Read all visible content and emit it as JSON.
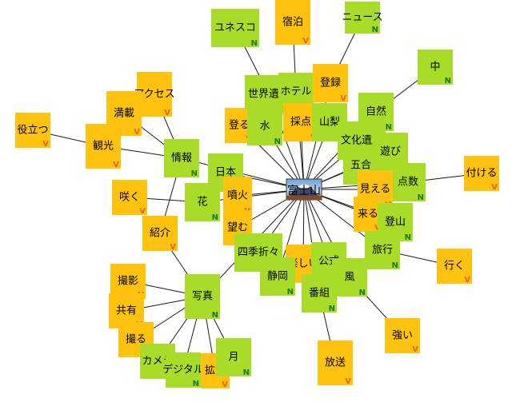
{
  "legend_colors": {
    "N": "#a8dc28",
    "V": "#ffc20e",
    "N_mark": "#1a7a1a",
    "V_mark": "#e8640a"
  },
  "hub": {
    "label": "富士山",
    "image_name": "mount-fuji-photo"
  },
  "nodes": [
    {
      "id": "n_unesco",
      "label": "ユネスコ",
      "type": "N"
    },
    {
      "id": "n_shukuhaku",
      "label": "宿泊",
      "type": "V"
    },
    {
      "id": "n_news",
      "label": "ニュース",
      "type": "N"
    },
    {
      "id": "n_naka",
      "label": "中",
      "type": "N"
    },
    {
      "id": "n_access",
      "label": "アクセス",
      "type": "V"
    },
    {
      "id": "n_mansai",
      "label": "満載",
      "type": "V"
    },
    {
      "id": "n_yakudatsu",
      "label": "役立つ",
      "type": "V"
    },
    {
      "id": "n_kanko",
      "label": "観光",
      "type": "V"
    },
    {
      "id": "n_sekaiisan",
      "label": "世界遺産",
      "type": "N"
    },
    {
      "id": "n_hotel",
      "label": "ホテル",
      "type": "N"
    },
    {
      "id": "n_toroku",
      "label": "登録",
      "type": "V"
    },
    {
      "id": "n_shizen",
      "label": "自然",
      "type": "N"
    },
    {
      "id": "n_noboru",
      "label": "登る",
      "type": "V"
    },
    {
      "id": "n_mizu",
      "label": "水",
      "type": "N"
    },
    {
      "id": "n_saiten",
      "label": "採点",
      "type": "V"
    },
    {
      "id": "n_yamanashi",
      "label": "山梨",
      "type": "N"
    },
    {
      "id": "n_bunka",
      "label": "文化遺産",
      "type": "N"
    },
    {
      "id": "n_asobi",
      "label": "遊び",
      "type": "N"
    },
    {
      "id": "n_joho",
      "label": "情報",
      "type": "N"
    },
    {
      "id": "n_nihon",
      "label": "日本",
      "type": "N"
    },
    {
      "id": "n_gogo",
      "label": "五合",
      "type": "N"
    },
    {
      "id": "n_tensu",
      "label": "点数",
      "type": "N"
    },
    {
      "id": "n_tsukeru",
      "label": "付ける",
      "type": "V"
    },
    {
      "id": "n_saku",
      "label": "咲く",
      "type": "V"
    },
    {
      "id": "n_hana",
      "label": "花",
      "type": "N"
    },
    {
      "id": "n_funka",
      "label": "噴火",
      "type": "V"
    },
    {
      "id": "n_mieru",
      "label": "見える",
      "type": "V"
    },
    {
      "id": "n_kuru",
      "label": "来る",
      "type": "V"
    },
    {
      "id": "n_tozan",
      "label": "登山",
      "type": "N"
    },
    {
      "id": "n_nozomu",
      "label": "望む",
      "type": "V"
    },
    {
      "id": "n_shokai",
      "label": "紹介",
      "type": "V"
    },
    {
      "id": "n_shiki",
      "label": "四季折々",
      "type": "N"
    },
    {
      "id": "n_tanoshii",
      "label": "楽しい",
      "type": "V"
    },
    {
      "id": "n_koshiki",
      "label": "公式",
      "type": "N"
    },
    {
      "id": "n_ryoko",
      "label": "旅行",
      "type": "N"
    },
    {
      "id": "n_iku",
      "label": "行く",
      "type": "V"
    },
    {
      "id": "n_shizuoka",
      "label": "静岡",
      "type": "N"
    },
    {
      "id": "n_kaze",
      "label": "風",
      "type": "N"
    },
    {
      "id": "n_bangumi",
      "label": "番組",
      "type": "N"
    },
    {
      "id": "n_satsuei",
      "label": "撮影",
      "type": "V"
    },
    {
      "id": "n_shashin",
      "label": "写真",
      "type": "N"
    },
    {
      "id": "n_kyoyu",
      "label": "共有",
      "type": "V"
    },
    {
      "id": "n_toru",
      "label": "撮る",
      "type": "V"
    },
    {
      "id": "n_camera",
      "label": "カメラ",
      "type": "N"
    },
    {
      "id": "n_digital",
      "label": "デジタル",
      "type": "N"
    },
    {
      "id": "n_kakudai",
      "label": "拡大",
      "type": "V"
    },
    {
      "id": "n_tsuki",
      "label": "月",
      "type": "N"
    },
    {
      "id": "n_tsuyoi",
      "label": "強い",
      "type": "V"
    },
    {
      "id": "n_hoso",
      "label": "放送",
      "type": "V"
    }
  ],
  "edges": [
    [
      "hub",
      "n_sekaiisan"
    ],
    [
      "hub",
      "n_hotel"
    ],
    [
      "hub",
      "n_toroku"
    ],
    [
      "hub",
      "n_saiten"
    ],
    [
      "hub",
      "n_yamanashi"
    ],
    [
      "hub",
      "n_shizen"
    ],
    [
      "hub",
      "n_noboru"
    ],
    [
      "hub",
      "n_mizu"
    ],
    [
      "hub",
      "n_bunka"
    ],
    [
      "hub",
      "n_asobi"
    ],
    [
      "hub",
      "n_joho"
    ],
    [
      "hub",
      "n_nihon"
    ],
    [
      "hub",
      "n_gogo"
    ],
    [
      "hub",
      "n_tensu"
    ],
    [
      "hub",
      "n_hana"
    ],
    [
      "hub",
      "n_funka"
    ],
    [
      "hub",
      "n_mieru"
    ],
    [
      "hub",
      "n_kuru"
    ],
    [
      "hub",
      "n_tozan"
    ],
    [
      "hub",
      "n_nozomu"
    ],
    [
      "hub",
      "n_shiki"
    ],
    [
      "hub",
      "n_tanoshii"
    ],
    [
      "hub",
      "n_koshiki"
    ],
    [
      "hub",
      "n_ryoko"
    ],
    [
      "hub",
      "n_shizuoka"
    ],
    [
      "hub",
      "n_kaze"
    ],
    [
      "hub",
      "n_bangumi"
    ],
    [
      "hub",
      "n_shashin"
    ],
    [
      "n_sekaiisan",
      "n_unesco"
    ],
    [
      "n_hotel",
      "n_shukuhaku"
    ],
    [
      "n_toroku",
      "n_news"
    ],
    [
      "n_shizen",
      "n_naka"
    ],
    [
      "n_tensu",
      "n_tsukeru"
    ],
    [
      "n_ryoko",
      "n_iku"
    ],
    [
      "n_kaze",
      "n_tsuyoi"
    ],
    [
      "n_bangumi",
      "n_hoso"
    ],
    [
      "n_joho",
      "n_access"
    ],
    [
      "n_joho",
      "n_mansai"
    ],
    [
      "n_joho",
      "n_kanko"
    ],
    [
      "n_joho",
      "n_shokai"
    ],
    [
      "n_kanko",
      "n_yakudatsu"
    ],
    [
      "n_hana",
      "n_saku"
    ],
    [
      "n_shashin",
      "n_shokai"
    ],
    [
      "n_shashin",
      "n_satsuei"
    ],
    [
      "n_shashin",
      "n_kyoyu"
    ],
    [
      "n_shashin",
      "n_toru"
    ],
    [
      "n_shashin",
      "n_camera"
    ],
    [
      "n_shashin",
      "n_digital"
    ],
    [
      "n_shashin",
      "n_kakudai"
    ],
    [
      "n_shashin",
      "n_tsuki"
    ]
  ]
}
